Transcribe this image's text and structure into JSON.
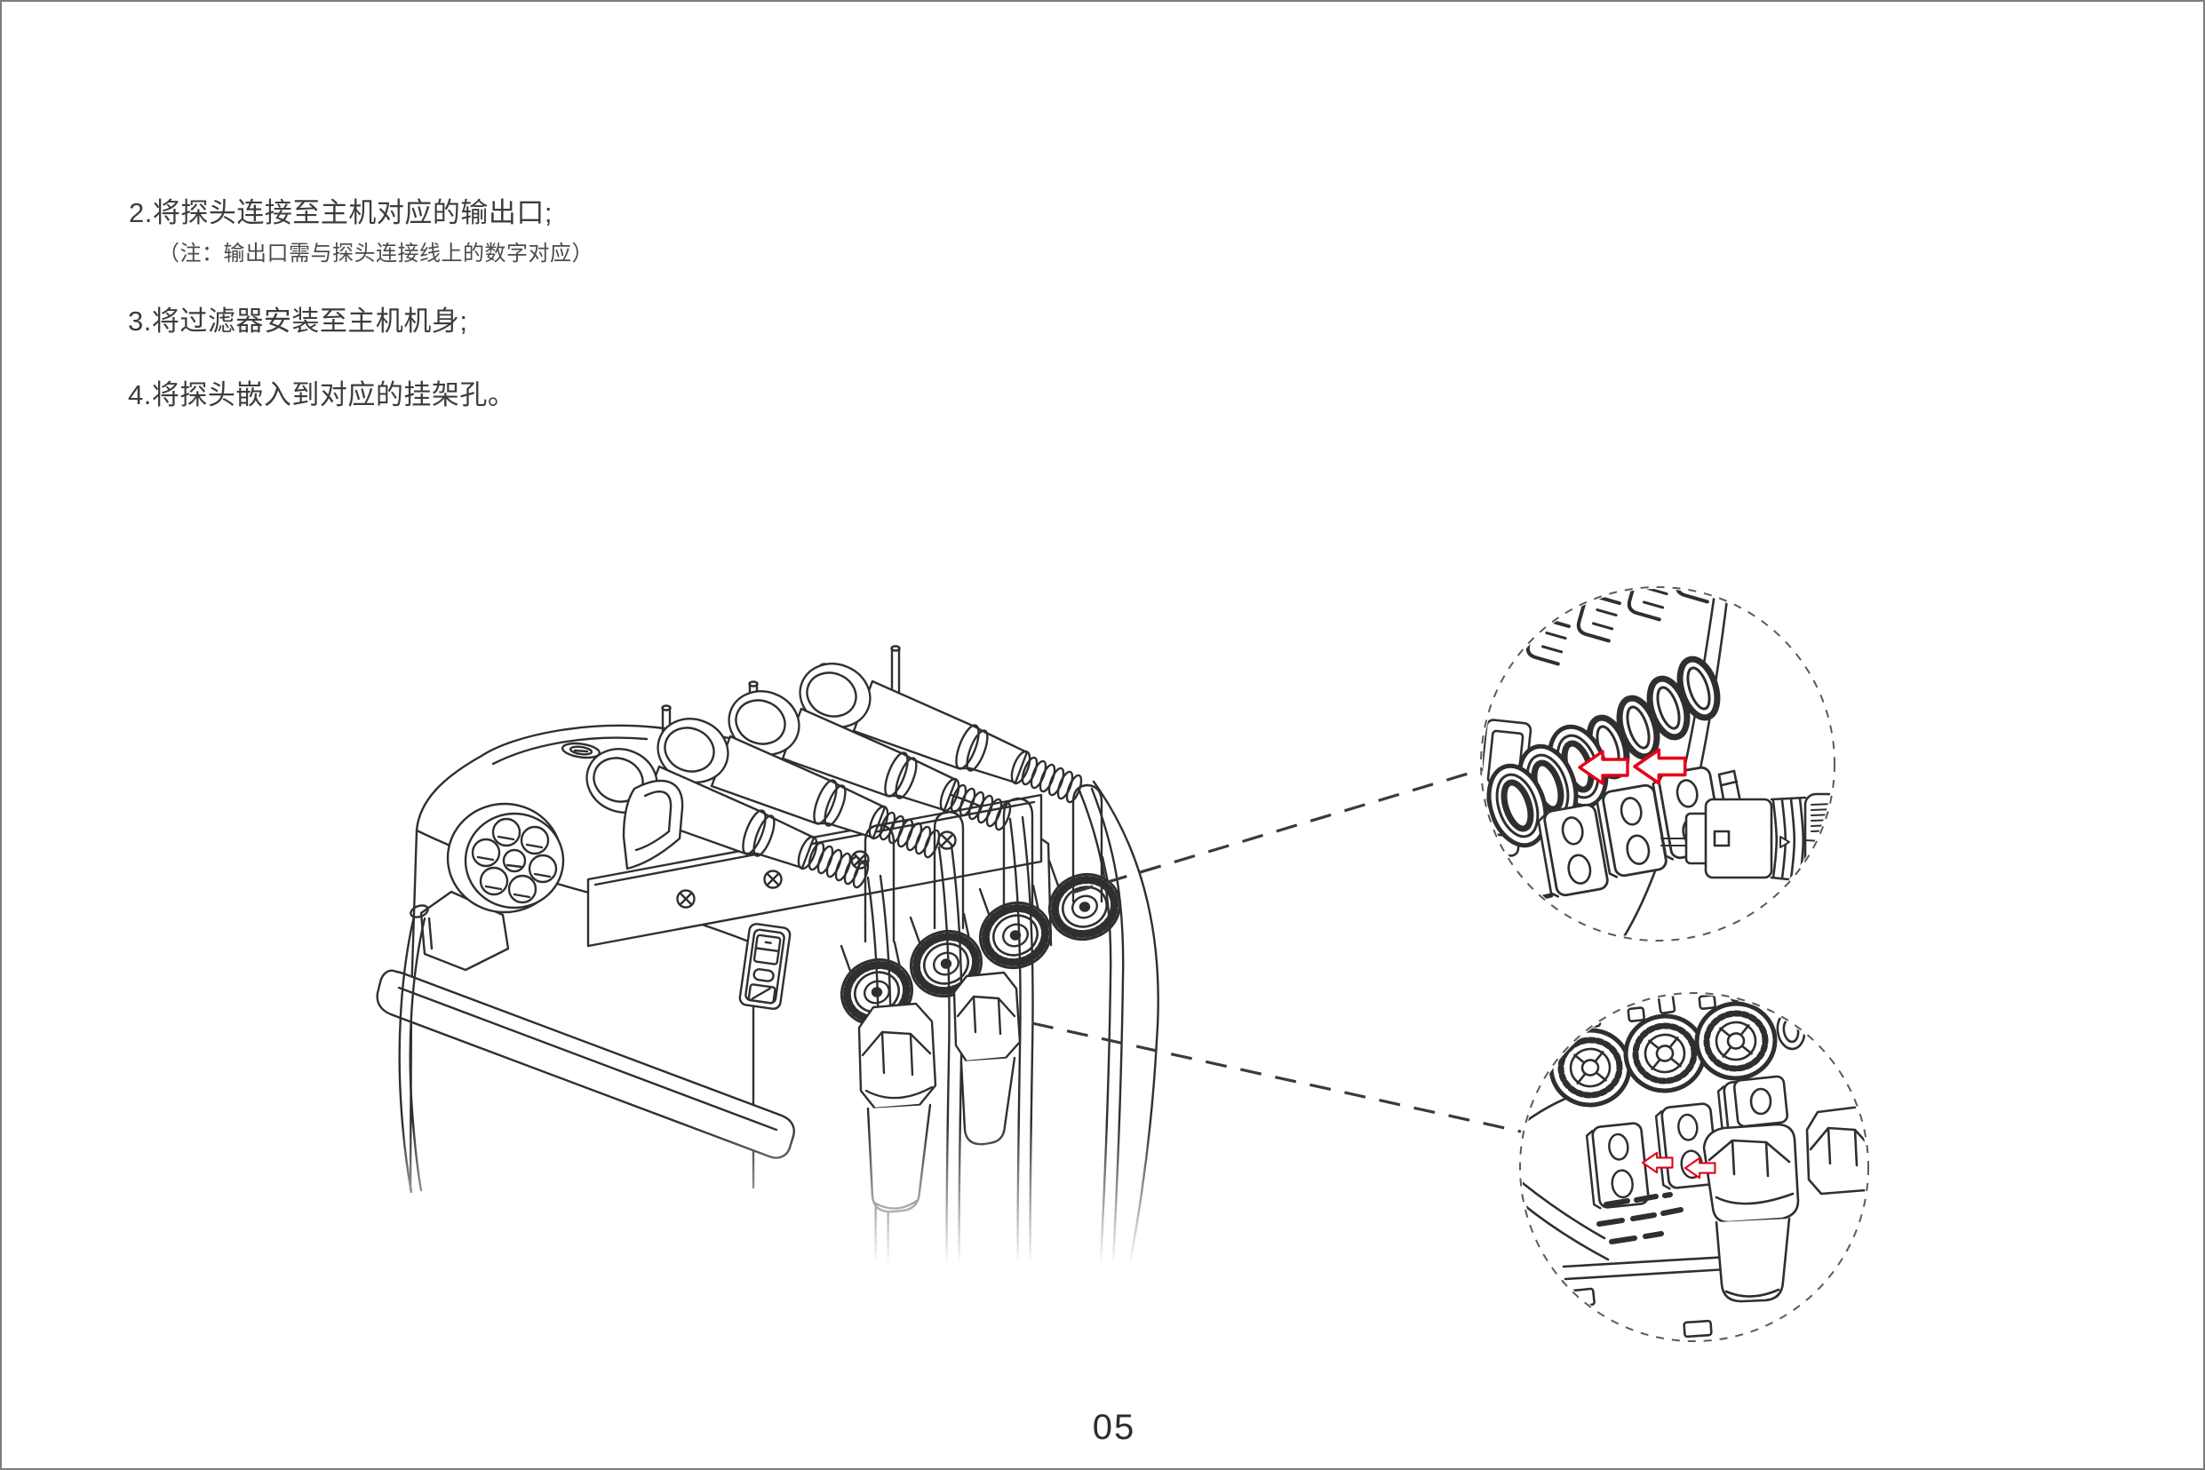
{
  "page": {
    "background": "#ffffff",
    "border_color": "#7c7c7c",
    "page_number": "05"
  },
  "instructions": {
    "step2_title": "2.将探头连接至主机对应的输出口;",
    "step2_note": "（注：输出口需与探头连接线上的数字对应）",
    "step3_title": "3.将过滤器安装至主机机身;",
    "step4_title": "4.将探头嵌入到对应的挂架孔。"
  },
  "figure": {
    "line_color": "#2f2f2f",
    "leader_line_color": "#3a3a3a",
    "callout_arrow_color": "#e50019",
    "callouts": [
      {
        "name": "output-port-connection-detail"
      },
      {
        "name": "filter-mounting-detail"
      }
    ]
  }
}
